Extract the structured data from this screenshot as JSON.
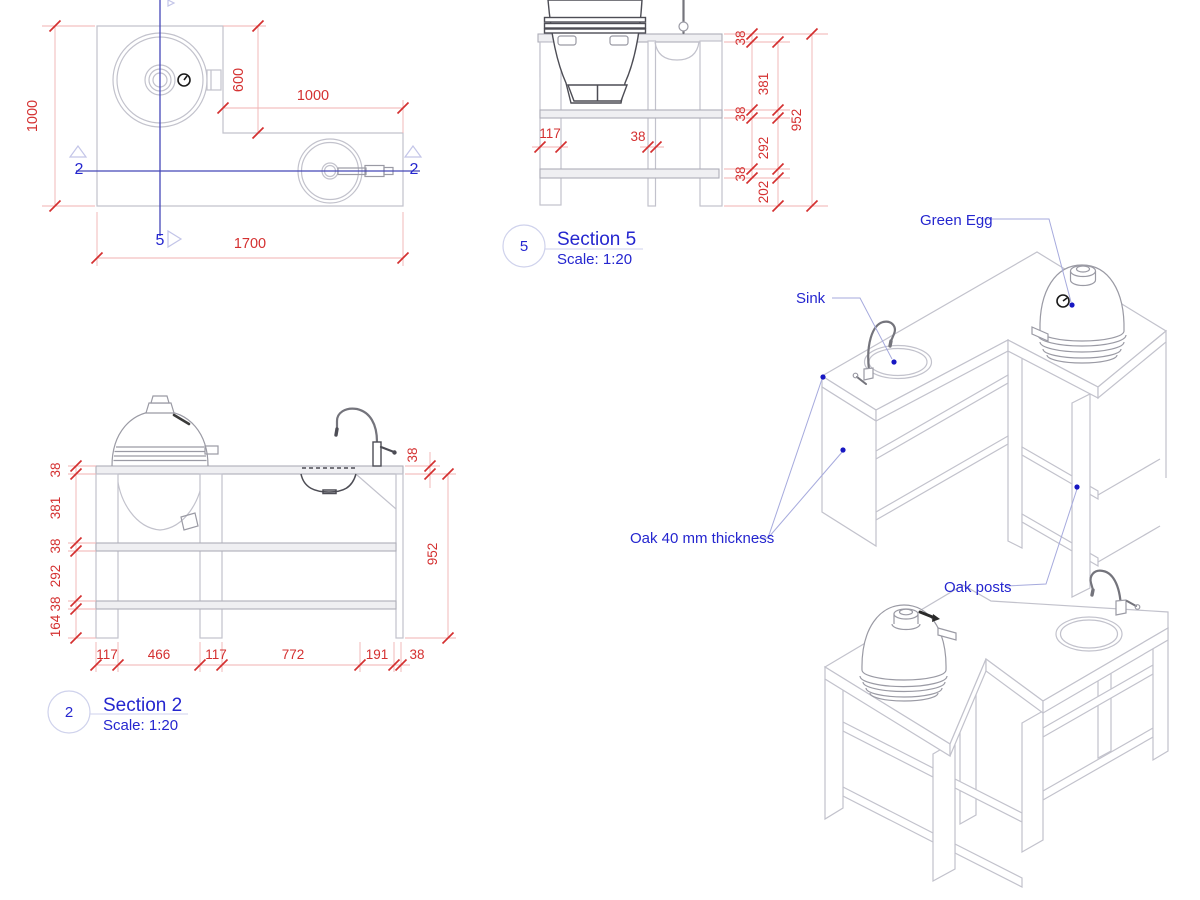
{
  "plan": {
    "dim_height": "1000",
    "dim_width": "1700",
    "dim_inner_height": "600",
    "dim_inner_width": "1000",
    "marker_2": "2",
    "marker_5": "5"
  },
  "section5": {
    "bubble": "5",
    "title": "Section 5",
    "scale": "Scale: 1:20",
    "dim_38_top": "38",
    "dim_381": "381",
    "dim_38_mid": "38",
    "dim_292": "292",
    "dim_38_bot": "38",
    "dim_202": "202",
    "dim_952": "952",
    "dim_117": "117",
    "dim_38_panel": "38"
  },
  "section2": {
    "bubble": "2",
    "title": "Section 2",
    "scale": "Scale: 1:20",
    "left_dims": [
      "38",
      "381",
      "38",
      "292",
      "38",
      "164"
    ],
    "right_dims": [
      "38",
      "952"
    ],
    "bottom_dims": [
      "117",
      "466",
      "117",
      "772",
      "191",
      "38"
    ]
  },
  "annotations": {
    "green_egg": "Green Egg",
    "sink": "Sink",
    "oak_thickness": "Oak 40 mm thickness",
    "oak_posts": "Oak posts"
  },
  "colors": {
    "dimension_red": "#d43030",
    "annotation_blue": "#2526cf",
    "section_blue": "#4547b8",
    "drawing_gray": "#c2c2cc"
  }
}
